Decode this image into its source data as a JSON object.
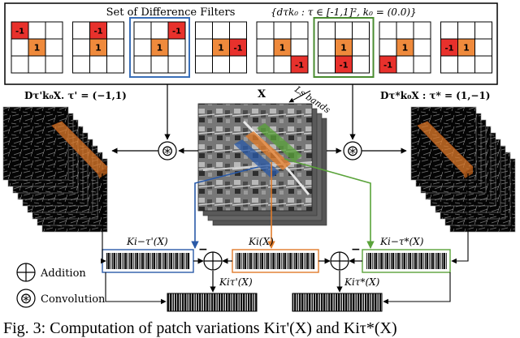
{
  "filters_panel": {
    "title": "Set of Difference Filters",
    "formula": "{dτk₀ : τ ∈ [-1,1]², k₀ = (0.0)}",
    "center_value": "1",
    "neg_value": "-1",
    "center_color": "#ef8a3c",
    "neg_color": "#e8312c",
    "highlight_left_color": "#3a6fb8",
    "highlight_right_color": "#4a8c30",
    "filters": [
      {
        "neg_cell": "top-left",
        "highlight": "none"
      },
      {
        "neg_cell": "top-center",
        "highlight": "none"
      },
      {
        "neg_cell": "top-right",
        "highlight": "left"
      },
      {
        "neg_cell": "middle-right",
        "highlight": "none"
      },
      {
        "neg_cell": "bottom-right",
        "highlight": "none"
      },
      {
        "neg_cell": "bottom-center",
        "highlight": "right"
      },
      {
        "neg_cell": "bottom-left",
        "highlight": "none"
      },
      {
        "neg_cell": "middle-left",
        "highlight": "none"
      }
    ]
  },
  "labels": {
    "left_stack": "Dτ'k₀X. τ' = (−1,1)",
    "right_stack": "Dτ*k₀X : τ* = (1,−1)",
    "center_image": "X",
    "bands": "Ls bands",
    "p_left": "Ki−τ'(X)",
    "p_center": "Ki(X)",
    "p_right": "Ki−τ*(X)",
    "p_out_left": "Kiτ'(X)",
    "p_out_right": "Kiτ*(X)",
    "minus_left": "−",
    "minus_right": "−"
  },
  "legend": {
    "addition": "Addition",
    "convolution": "Convolution"
  },
  "caption": "Fig. 3: Computation of patch variations Kiτ'(X) and Kiτ*(X)"
}
